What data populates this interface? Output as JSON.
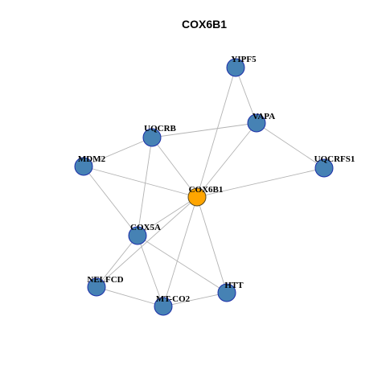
{
  "title": "COX6B1",
  "colors": {
    "node": "#4682b4",
    "node_border": "#1c2ea8",
    "center_node": "#ffa500",
    "edge": "#b3b3b3"
  },
  "center": "COX6B1",
  "nodes": [
    "YIPF5",
    "VAPA",
    "UQCRB",
    "MDM2",
    "UQCRFS1",
    "COX6B1",
    "COX5A",
    "NELFCD",
    "HTT",
    "MT-CO2"
  ],
  "edges": [
    [
      "YIPF5",
      "VAPA"
    ],
    [
      "YIPF5",
      "COX6B1"
    ],
    [
      "VAPA",
      "UQCRB"
    ],
    [
      "VAPA",
      "COX6B1"
    ],
    [
      "VAPA",
      "UQCRFS1"
    ],
    [
      "UQCRB",
      "MDM2"
    ],
    [
      "UQCRB",
      "COX6B1"
    ],
    [
      "UQCRB",
      "COX5A"
    ],
    [
      "MDM2",
      "COX6B1"
    ],
    [
      "MDM2",
      "COX5A"
    ],
    [
      "UQCRFS1",
      "COX6B1"
    ],
    [
      "COX6B1",
      "COX5A"
    ],
    [
      "COX6B1",
      "NELFCD"
    ],
    [
      "COX6B1",
      "HTT"
    ],
    [
      "COX6B1",
      "MT-CO2"
    ],
    [
      "COX5A",
      "NELFCD"
    ],
    [
      "COX5A",
      "HTT"
    ],
    [
      "COX5A",
      "MT-CO2"
    ],
    [
      "NELFCD",
      "MT-CO2"
    ],
    [
      "MT-CO2",
      "HTT"
    ]
  ]
}
